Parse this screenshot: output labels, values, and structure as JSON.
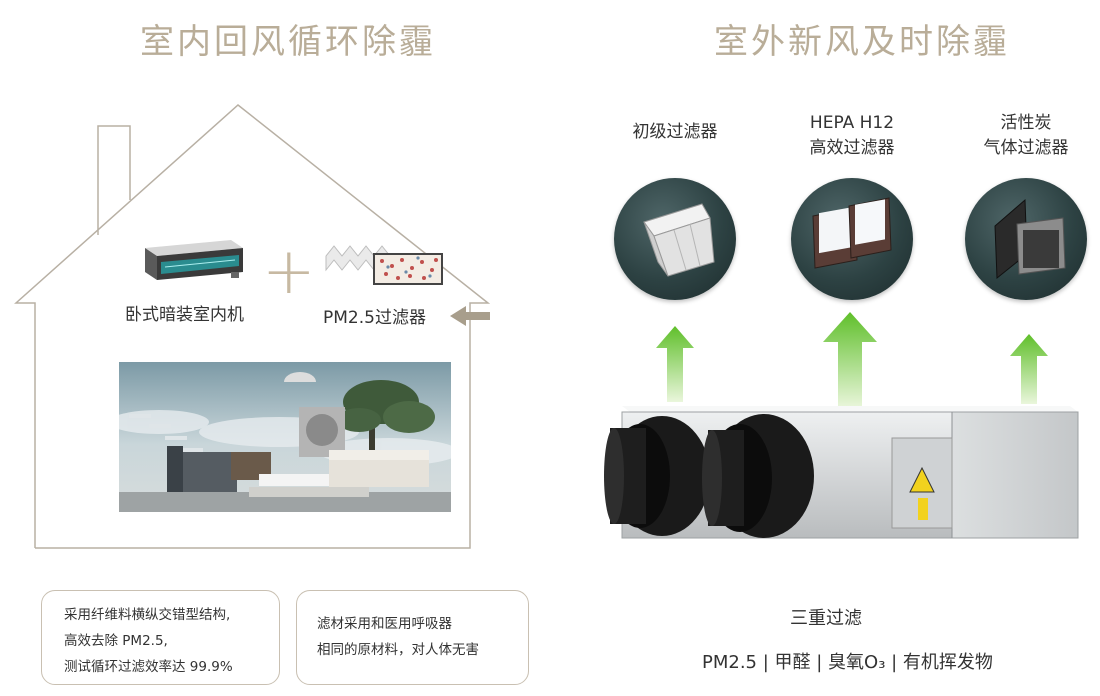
{
  "left": {
    "heading": "室内回风循环除霾",
    "indoor_unit_label": "卧式暗装室内机",
    "plus_sign": "+",
    "filter_label": "PM2.5过滤器",
    "box1": {
      "line1": "采用纤维料横纵交错型结构,",
      "line2": "高效去除 PM2.5,",
      "line3": "测试循环过滤效率达 99.9%"
    },
    "box2": {
      "line1": "滤材采用和医用呼吸器",
      "line2": "相同的原材料，对人体无害"
    }
  },
  "right": {
    "heading": "室外新风及时除霾",
    "filters": [
      {
        "line1": "初级过滤器",
        "line2": ""
      },
      {
        "line1": "HEPA H12",
        "line2": "高效过滤器"
      },
      {
        "line1": "活性炭",
        "line2": "气体过滤器"
      }
    ],
    "bottom_title": "三重过滤",
    "bottom_line": "PM2.5 | 甲醛 | 臭氧O₃ | 有机挥发物"
  },
  "colors": {
    "heading": "#b9ad98",
    "house_outline": "#b8b0a4",
    "arrow_green_top": "#5fbf2a",
    "arrow_green_bottom": "#e8f5d8",
    "circle_bg": "#2d4243",
    "arrow_left": "#a89e8c"
  }
}
